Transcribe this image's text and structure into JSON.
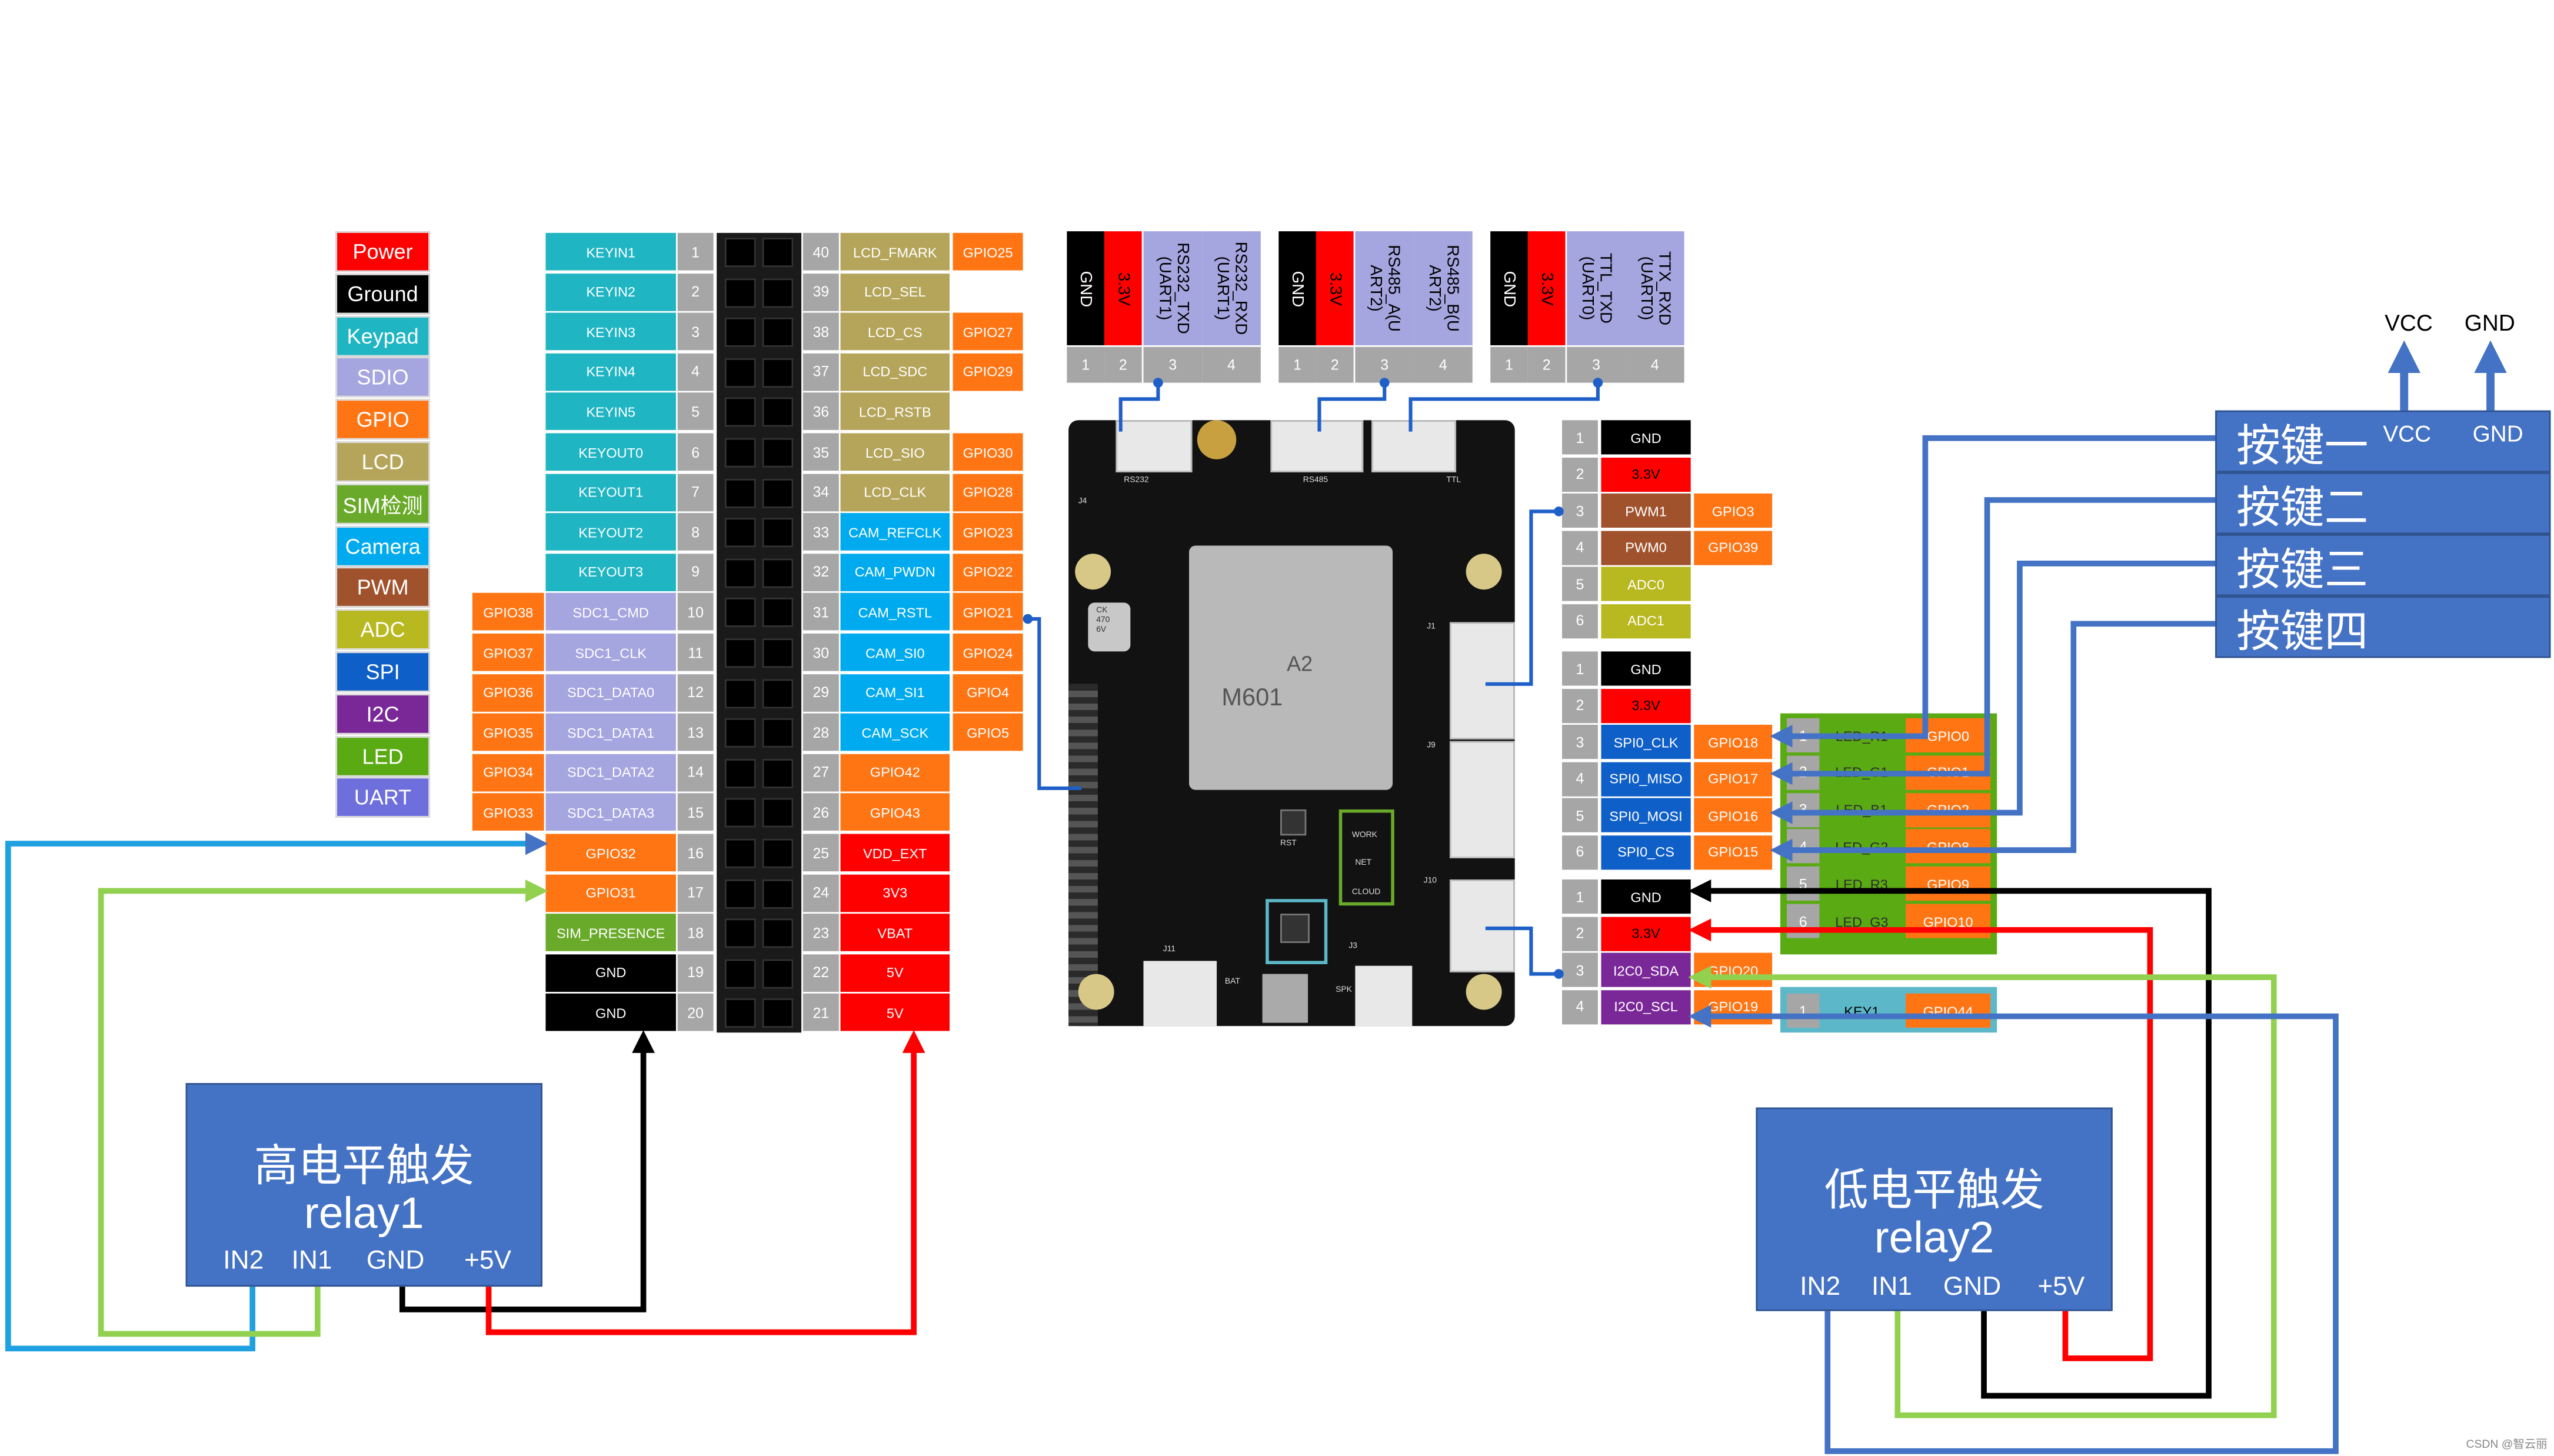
{
  "legend": [
    {
      "label": "Power",
      "color": "#ff0000"
    },
    {
      "label": "Ground",
      "color": "#000000"
    },
    {
      "label": "Keypad",
      "color": "#1fb5c2"
    },
    {
      "label": "SDIO",
      "color": "#a5a5e0"
    },
    {
      "label": "GPIO",
      "color": "#ff7514"
    },
    {
      "label": "LCD",
      "color": "#b5a55a"
    },
    {
      "label": "SIM检测",
      "color": "#6aaa2a"
    },
    {
      "label": "Camera",
      "color": "#00aaee"
    },
    {
      "label": "PWM",
      "color": "#a0522d"
    },
    {
      "label": "ADC",
      "color": "#b8b820"
    },
    {
      "label": "SPI",
      "color": "#0f5fc8"
    },
    {
      "label": "I2C",
      "color": "#7a2898"
    },
    {
      "label": "LED",
      "color": "#5aaa14"
    },
    {
      "label": "UART",
      "color": "#6e6edc"
    }
  ],
  "header_left": [
    {
      "pin": "1",
      "label": "KEYIN1",
      "color": "#1fb5c2",
      "gpio": ""
    },
    {
      "pin": "2",
      "label": "KEYIN2",
      "color": "#1fb5c2",
      "gpio": ""
    },
    {
      "pin": "3",
      "label": "KEYIN3",
      "color": "#1fb5c2",
      "gpio": ""
    },
    {
      "pin": "4",
      "label": "KEYIN4",
      "color": "#1fb5c2",
      "gpio": ""
    },
    {
      "pin": "5",
      "label": "KEYIN5",
      "color": "#1fb5c2",
      "gpio": ""
    },
    {
      "pin": "6",
      "label": "KEYOUT0",
      "color": "#1fb5c2",
      "gpio": ""
    },
    {
      "pin": "7",
      "label": "KEYOUT1",
      "color": "#1fb5c2",
      "gpio": ""
    },
    {
      "pin": "8",
      "label": "KEYOUT2",
      "color": "#1fb5c2",
      "gpio": ""
    },
    {
      "pin": "9",
      "label": "KEYOUT3",
      "color": "#1fb5c2",
      "gpio": ""
    },
    {
      "pin": "10",
      "label": "SDC1_CMD",
      "color": "#a5a5e0",
      "gpio": "GPIO38"
    },
    {
      "pin": "11",
      "label": "SDC1_CLK",
      "color": "#a5a5e0",
      "gpio": "GPIO37"
    },
    {
      "pin": "12",
      "label": "SDC1_DATA0",
      "color": "#a5a5e0",
      "gpio": "GPIO36"
    },
    {
      "pin": "13",
      "label": "SDC1_DATA1",
      "color": "#a5a5e0",
      "gpio": "GPIO35"
    },
    {
      "pin": "14",
      "label": "SDC1_DATA2",
      "color": "#a5a5e0",
      "gpio": "GPIO34"
    },
    {
      "pin": "15",
      "label": "SDC1_DATA3",
      "color": "#a5a5e0",
      "gpio": "GPIO33"
    },
    {
      "pin": "16",
      "label": "GPIO32",
      "color": "#ff7514",
      "gpio": ""
    },
    {
      "pin": "17",
      "label": "GPIO31",
      "color": "#ff7514",
      "gpio": ""
    },
    {
      "pin": "18",
      "label": "SIM_PRESENCE",
      "color": "#6aaa2a",
      "gpio": ""
    },
    {
      "pin": "19",
      "label": "GND",
      "color": "#000000",
      "gpio": ""
    },
    {
      "pin": "20",
      "label": "GND",
      "color": "#000000",
      "gpio": ""
    }
  ],
  "header_right": [
    {
      "pin": "40",
      "label": "LCD_FMARK",
      "color": "#b5a55a",
      "gpio": "GPIO25"
    },
    {
      "pin": "39",
      "label": "LCD_SEL",
      "color": "#b5a55a",
      "gpio": ""
    },
    {
      "pin": "38",
      "label": "LCD_CS",
      "color": "#b5a55a",
      "gpio": "GPIO27"
    },
    {
      "pin": "37",
      "label": "LCD_SDC",
      "color": "#b5a55a",
      "gpio": "GPIO29"
    },
    {
      "pin": "36",
      "label": "LCD_RSTB",
      "color": "#b5a55a",
      "gpio": ""
    },
    {
      "pin": "35",
      "label": "LCD_SIO",
      "color": "#b5a55a",
      "gpio": "GPIO30"
    },
    {
      "pin": "34",
      "label": "LCD_CLK",
      "color": "#b5a55a",
      "gpio": "GPIO28"
    },
    {
      "pin": "33",
      "label": "CAM_REFCLK",
      "color": "#00aaee",
      "gpio": "GPIO23"
    },
    {
      "pin": "32",
      "label": "CAM_PWDN",
      "color": "#00aaee",
      "gpio": "GPIO22"
    },
    {
      "pin": "31",
      "label": "CAM_RSTL",
      "color": "#00aaee",
      "gpio": "GPIO21"
    },
    {
      "pin": "30",
      "label": "CAM_SI0",
      "color": "#00aaee",
      "gpio": "GPIO24"
    },
    {
      "pin": "29",
      "label": "CAM_SI1",
      "color": "#00aaee",
      "gpio": "GPIO4"
    },
    {
      "pin": "28",
      "label": "CAM_SCK",
      "color": "#00aaee",
      "gpio": "GPIO5"
    },
    {
      "pin": "27",
      "label": "GPIO42",
      "color": "#ff7514",
      "gpio": ""
    },
    {
      "pin": "26",
      "label": "GPIO43",
      "color": "#ff7514",
      "gpio": ""
    },
    {
      "pin": "25",
      "label": "VDD_EXT",
      "color": "#ff0000",
      "gpio": ""
    },
    {
      "pin": "24",
      "label": "3V3",
      "color": "#ff0000",
      "gpio": ""
    },
    {
      "pin": "23",
      "label": "VBAT",
      "color": "#ff0000",
      "gpio": ""
    },
    {
      "pin": "22",
      "label": "5V",
      "color": "#ff0000",
      "gpio": ""
    },
    {
      "pin": "21",
      "label": "5V",
      "color": "#ff0000",
      "gpio": ""
    }
  ],
  "uart_connectors": [
    {
      "pins": [
        {
          "label": "GND",
          "color": "#000000",
          "text": "#ffffff"
        },
        {
          "label": "3.3V",
          "color": "#ff0000",
          "text": "#000000"
        },
        {
          "label": "RS232_TXD\n(UART1)",
          "color": "#a5a5e0",
          "text": "#000000"
        },
        {
          "label": "RS232_RXD\n(UART1)",
          "color": "#a5a5e0",
          "text": "#000000"
        }
      ]
    },
    {
      "pins": [
        {
          "label": "GND",
          "color": "#000000",
          "text": "#ffffff"
        },
        {
          "label": "3.3V",
          "color": "#ff0000",
          "text": "#000000"
        },
        {
          "label": "RS485_A(U\nART2)",
          "color": "#a5a5e0",
          "text": "#000000"
        },
        {
          "label": "RS485_B(U\nART2)",
          "color": "#a5a5e0",
          "text": "#000000"
        }
      ]
    },
    {
      "pins": [
        {
          "label": "GND",
          "color": "#000000",
          "text": "#ffffff"
        },
        {
          "label": "3.3V",
          "color": "#ff0000",
          "text": "#000000"
        },
        {
          "label": "TTL_TXD\n(UART0)",
          "color": "#a5a5e0",
          "text": "#000000"
        },
        {
          "label": "TTX_RXD\n(UART0)",
          "color": "#a5a5e0",
          "text": "#000000"
        }
      ]
    }
  ],
  "uart_pin_numbers": [
    "1",
    "2",
    "3",
    "4"
  ],
  "conn_pwm": [
    {
      "pin": "1",
      "label": "GND",
      "color": "#000000",
      "gpio": ""
    },
    {
      "pin": "2",
      "label": "3.3V",
      "color": "#ff0000",
      "gpio": ""
    },
    {
      "pin": "3",
      "label": "PWM1",
      "color": "#a0522d",
      "gpio": "GPIO3"
    },
    {
      "pin": "4",
      "label": "PWM0",
      "color": "#a0522d",
      "gpio": "GPIO39"
    },
    {
      "pin": "5",
      "label": "ADC0",
      "color": "#b8b820",
      "gpio": ""
    },
    {
      "pin": "6",
      "label": "ADC1",
      "color": "#b8b820",
      "gpio": ""
    }
  ],
  "conn_spi": [
    {
      "pin": "1",
      "label": "GND",
      "color": "#000000",
      "gpio": ""
    },
    {
      "pin": "2",
      "label": "3.3V",
      "color": "#ff0000",
      "gpio": ""
    },
    {
      "pin": "3",
      "label": "SPI0_CLK",
      "color": "#0f5fc8",
      "gpio": "GPIO18"
    },
    {
      "pin": "4",
      "label": "SPI0_MISO",
      "color": "#0f5fc8",
      "gpio": "GPIO17"
    },
    {
      "pin": "5",
      "label": "SPI0_MOSI",
      "color": "#0f5fc8",
      "gpio": "GPIO16"
    },
    {
      "pin": "6",
      "label": "SPI0_CS",
      "color": "#0f5fc8",
      "gpio": "GPIO15"
    }
  ],
  "conn_i2c": [
    {
      "pin": "1",
      "label": "GND",
      "color": "#000000",
      "gpio": ""
    },
    {
      "pin": "2",
      "label": "3.3V",
      "color": "#ff0000",
      "gpio": ""
    },
    {
      "pin": "3",
      "label": "I2C0_SDA",
      "color": "#7a2898",
      "gpio": "GPIO20"
    },
    {
      "pin": "4",
      "label": "I2C0_SCL",
      "color": "#7a2898",
      "gpio": "GPIO19"
    }
  ],
  "led_table": [
    {
      "pin": "1",
      "label": "LED_R1",
      "gpio": "GPIO0"
    },
    {
      "pin": "2",
      "label": "LED_G1",
      "gpio": "GPIO1"
    },
    {
      "pin": "3",
      "label": "LED_B1",
      "gpio": "GPIO2"
    },
    {
      "pin": "4",
      "label": "LED_G2",
      "gpio": "GPIO8"
    },
    {
      "pin": "5",
      "label": "LED_R3",
      "gpio": "GPIO9"
    },
    {
      "pin": "6",
      "label": "LED_G3",
      "gpio": "GPIO10"
    }
  ],
  "key_row": {
    "pin": "1",
    "label": "KEY1",
    "gpio": "GPIO44"
  },
  "board": {
    "module_line1": "M601",
    "module_line2": "A2",
    "labels": {
      "rs232": "RS232",
      "rs485": "RS485",
      "ttl": "TTL",
      "work": "WORK",
      "net": "NET",
      "cloud": "CLOUD",
      "rst": "RST",
      "bat": "BAT",
      "cap": "CK\n470\n6V",
      "spk": "SPK",
      "j1": "J1",
      "j3": "J3",
      "j4": "J4",
      "j9": "J9",
      "j10": "J10",
      "j11": "J11"
    }
  },
  "relay1": {
    "title": "高电平触发",
    "subtitle": "relay1",
    "pins": [
      "IN2",
      "IN1",
      "GND",
      "+5V"
    ]
  },
  "relay2": {
    "title": "低电平触发",
    "subtitle": "relay2",
    "pins": [
      "IN2",
      "IN1",
      "GND",
      "+5V"
    ]
  },
  "keys": [
    "按键一",
    "按键二",
    "按键三",
    "按键四"
  ],
  "key_box_labels": {
    "vcc": "VCC",
    "gnd": "GND"
  },
  "top_labels": {
    "vcc": "VCC",
    "gnd": "GND"
  },
  "watermark": "CSDN @智云丽",
  "wire_colors": {
    "blue": "#4472c4",
    "cyan": "#1fa0e0",
    "green": "#92d050",
    "black": "#000000",
    "red": "#ff0000",
    "navy": "#1f5fc8"
  }
}
